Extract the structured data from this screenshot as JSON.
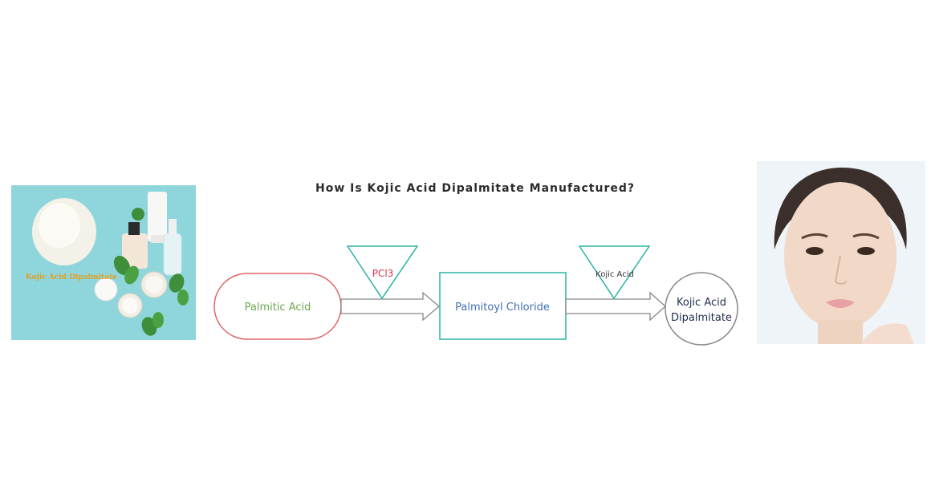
{
  "title": "How Is Kojic Acid Dipalmitate Manufactured?",
  "left_image": {
    "label": "Kojic Acid Dipalmitate",
    "background": "#8fd6dc"
  },
  "flow": {
    "start": {
      "label": "Palmitic Acid",
      "text_color": "#6aa84f",
      "border_color": "#e06666"
    },
    "reagent1": {
      "label": "PCl3",
      "text_color": "#e0314a",
      "border_color": "#2ab3a6"
    },
    "intermediate": {
      "label": "Palmitoyl Chloride",
      "text_color": "#3d6fb6",
      "border_color": "#2ab3a6"
    },
    "reagent2": {
      "label": "Kojic Acid",
      "text_color": "#333333",
      "border_color": "#2ab3a6"
    },
    "product": {
      "line1": "Kojic Acid",
      "line2": "Dipalmitate",
      "text_color": "#1f2d4d",
      "border_color": "#888888"
    }
  },
  "colors": {
    "arrow": "#888888",
    "teal": "#2ab3a6"
  }
}
